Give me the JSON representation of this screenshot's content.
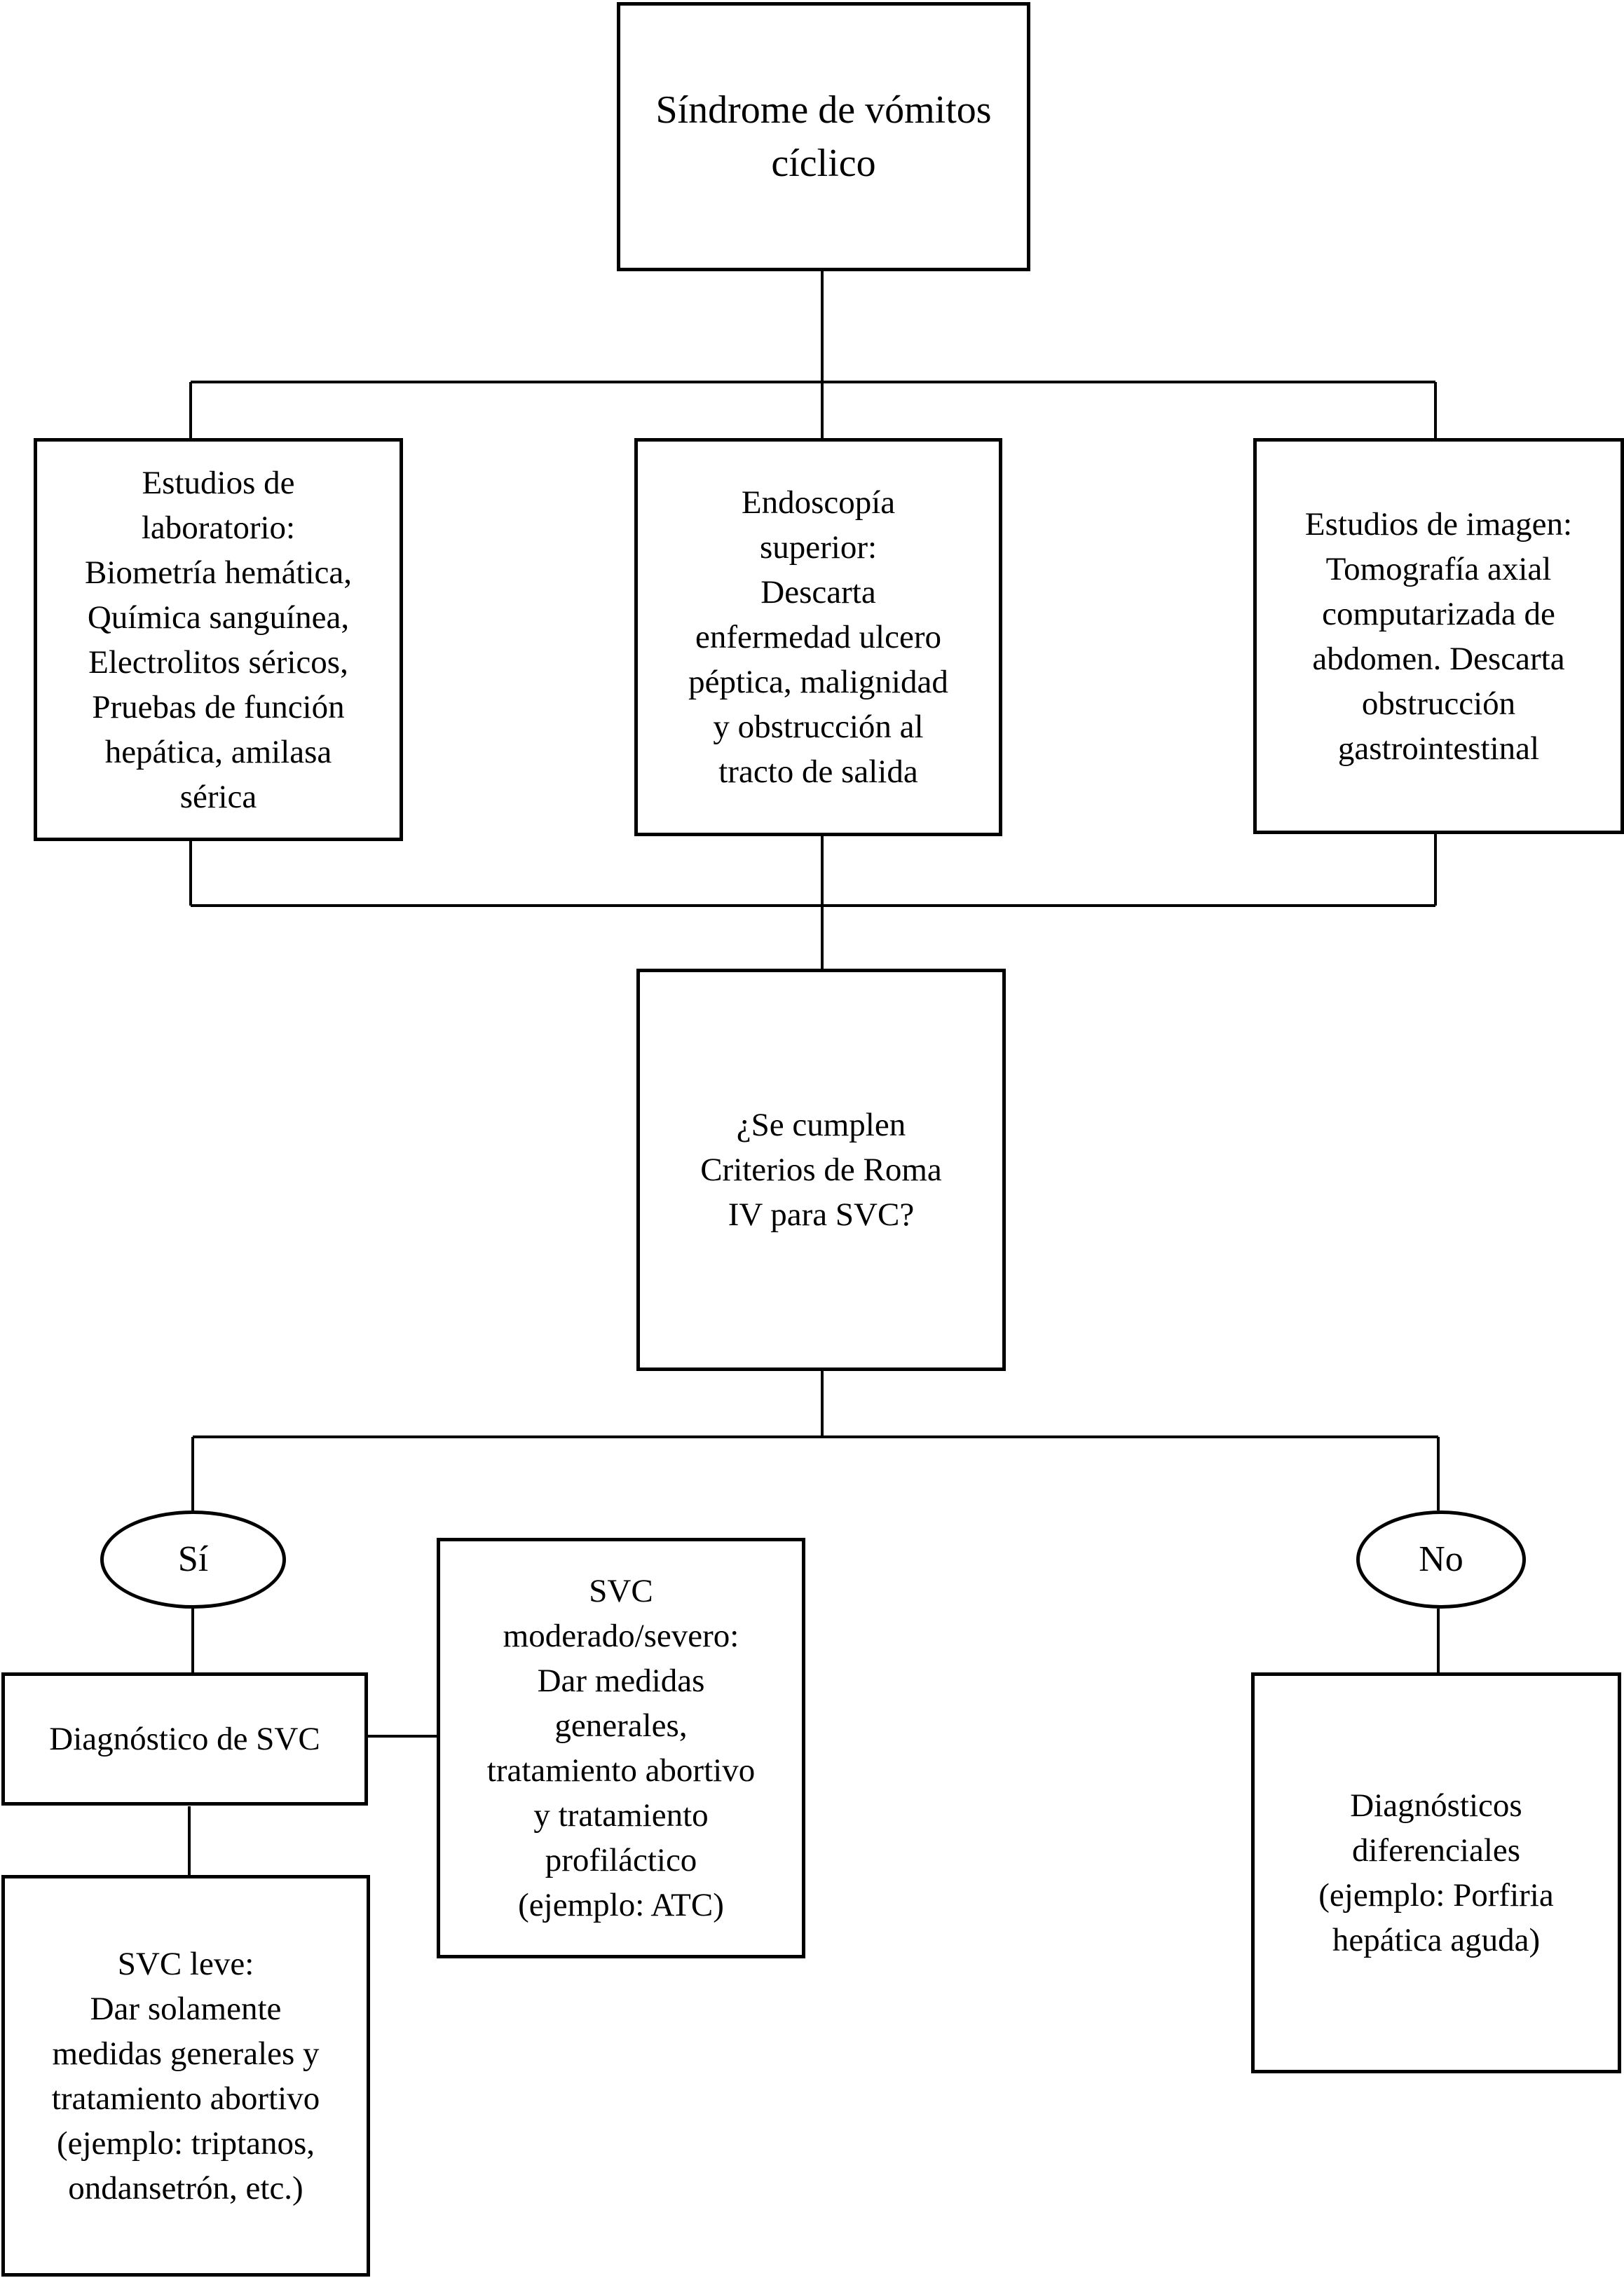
{
  "diagram": {
    "title": "Síndrome de vómitos\ncíclico",
    "studies": {
      "laboratory": "Estudios de\nlaboratorio:\nBiometría hemática,\nQuímica sanguínea,\nElectrolitos séricos,\nPruebas de función\nhepática, amilasa\nsérica",
      "endoscopy": "Endoscopía\nsuperior:\nDescarta\nenfermedad ulcero\npéptica, malignidad\ny obstrucción al\ntracto de salida",
      "imaging": "Estudios de imagen:\nTomografía axial\ncomputarizada de\nabdomen. Descarta\nobstrucción\ngastrointestinal"
    },
    "question": "¿Se cumplen\nCriterios de Roma\nIV para SVC?",
    "yes_label": "Sí",
    "no_label": "No",
    "diagnosis": "Diagnóstico de SVC",
    "moderate_severe": "SVC\nmoderado/severo:\nDar medidas\ngenerales,\ntratamiento abortivo\ny tratamiento\nprofiláctico\n(ejemplo: ATC)",
    "mild": "SVC leve:\nDar solamente\nmedidas generales y\ntratamiento abortivo\n(ejemplo: triptanos,\nondansetrón, etc.)",
    "differential": "Diagnósticos\ndiferenciales\n(ejemplo: Porfiria\nhepática aguda)"
  }
}
